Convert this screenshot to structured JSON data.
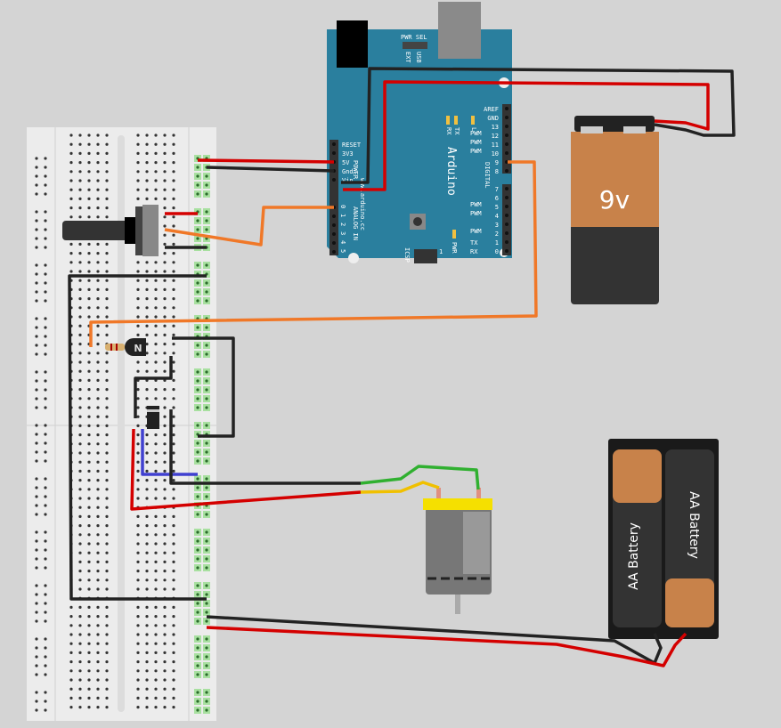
{
  "colors": {
    "background": "#d4d4d4",
    "breadboard": "#ececec",
    "arduino": "#2a7f9e",
    "wire_red": "#d40000",
    "wire_black": "#222222",
    "wire_orange": "#f07828",
    "wire_blue": "#4040d0",
    "wire_green": "#30b030",
    "wire_yellow": "#f0c000",
    "battery_copper": "#c8824a"
  },
  "arduino": {
    "name": "Arduino",
    "url": "www.arduino.cc",
    "pwr_sel": "PWR SEL",
    "usb": "USB",
    "ext": "EXT",
    "power_pins": [
      "RESET",
      "3V3",
      "5V",
      "Gnd",
      "Vin"
    ],
    "power_label": "POWER",
    "analog_label": "ANALOG IN",
    "analog_pins": [
      "0",
      "1",
      "2",
      "3",
      "4",
      "5"
    ],
    "top_pins": [
      "AREF",
      "GND",
      "13",
      "12",
      "11",
      "10",
      "9",
      "8"
    ],
    "digital_label": "DIGITAL",
    "bottom_pins": [
      "7",
      "6",
      "5",
      "4",
      "3",
      "2",
      "1",
      "0"
    ],
    "pwm": "PWM",
    "tx": "TX",
    "rx": "RX",
    "led_l": "L",
    "pwr": "PWR",
    "icsp": "ICSP",
    "icsp_pin1": "1"
  },
  "battery_9v": {
    "label": "9v"
  },
  "aa_pack": {
    "cells": [
      "AA Battery",
      "AA Battery"
    ]
  },
  "transistor": {
    "label": "N"
  }
}
